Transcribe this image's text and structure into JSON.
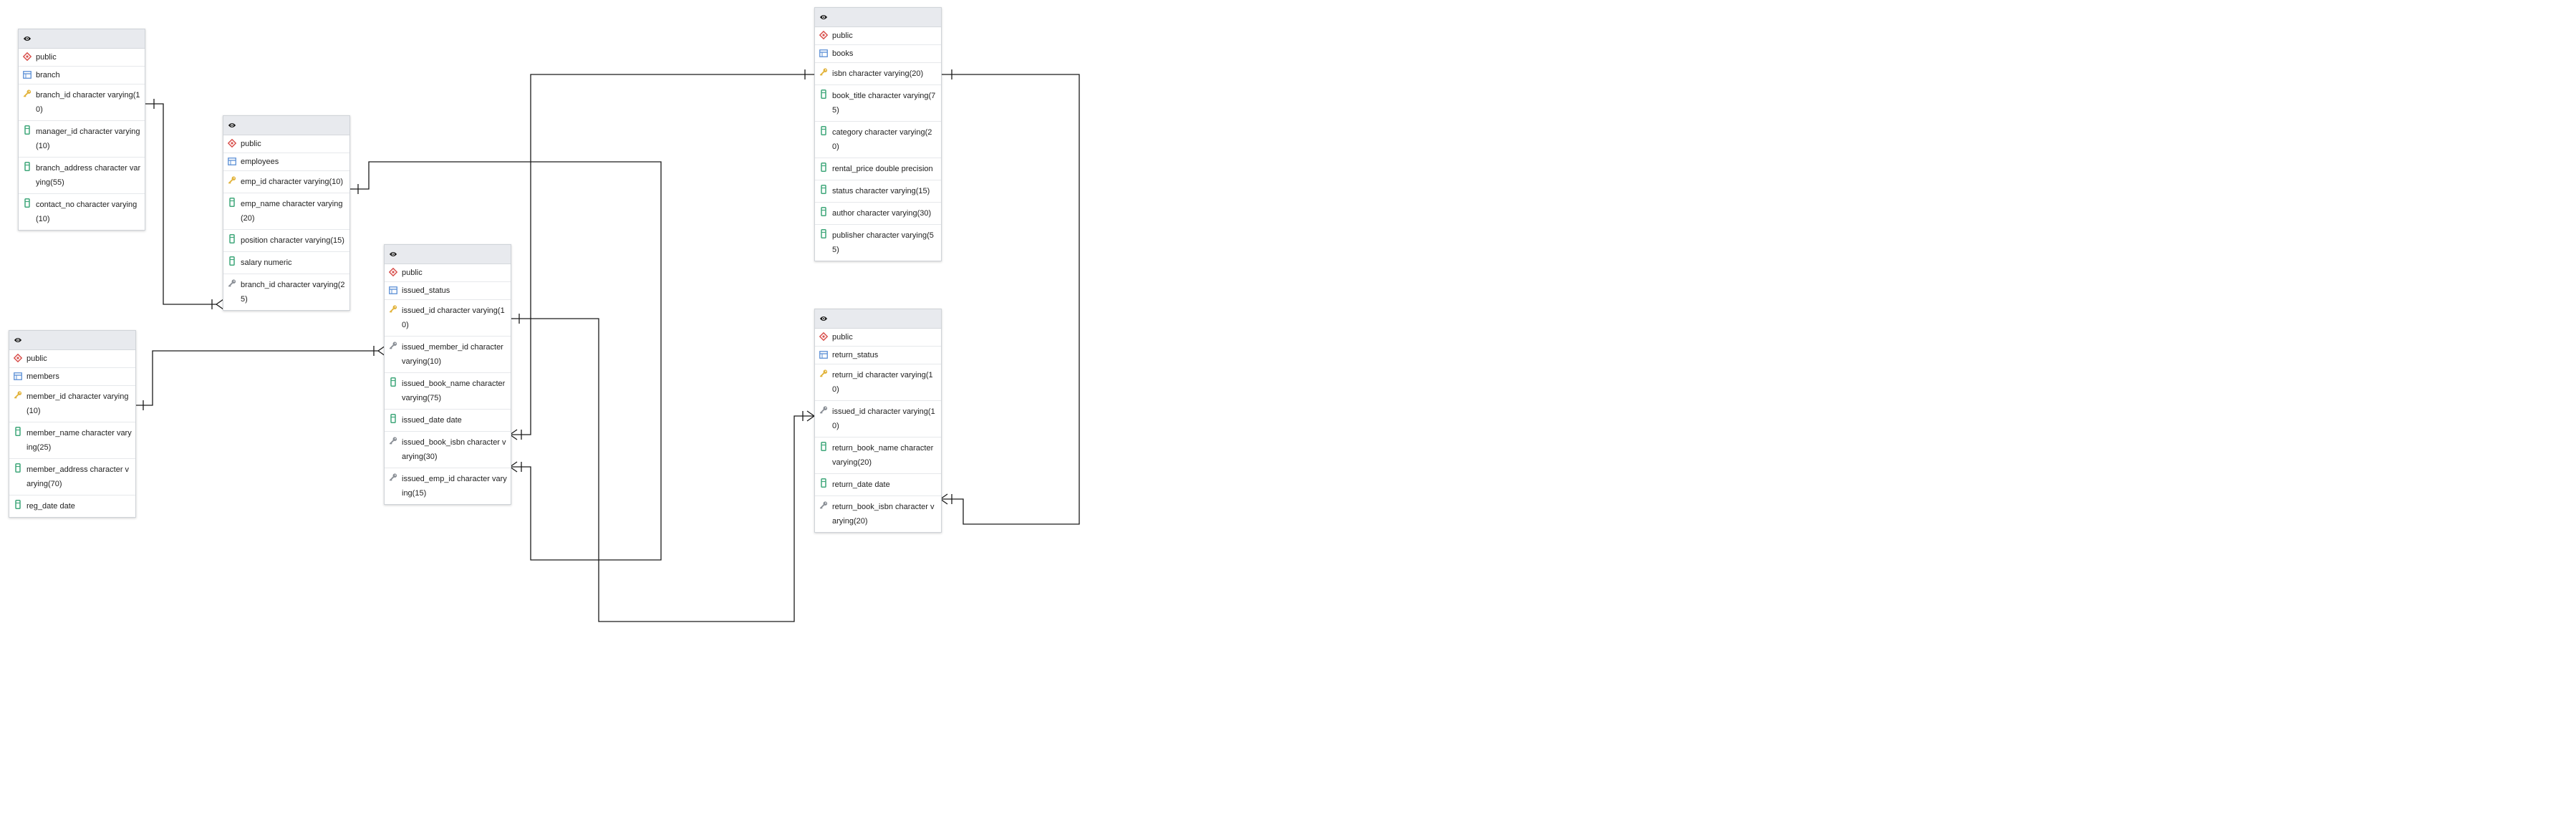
{
  "colors": {
    "header": "#e8eaee",
    "border": "#cfd3d8",
    "schema_icon": "#d9534f",
    "table_icon": "#5b8fd6",
    "column_icon": "#3fa77a",
    "key_icon": "#e2b33b",
    "fk_icon": "#8a8f96",
    "line": "#1a1a1a"
  },
  "tables": {
    "branch": {
      "schema": "public",
      "name": "branch",
      "columns": [
        {
          "text": "branch_id character varying(10)",
          "icon": "key-icon"
        },
        {
          "text": "manager_id character varying(10)",
          "icon": "column-icon"
        },
        {
          "text": "branch_address character varying(55)",
          "icon": "column-icon"
        },
        {
          "text": "contact_no character varying(10)",
          "icon": "column-icon"
        }
      ]
    },
    "employees": {
      "schema": "public",
      "name": "employees",
      "columns": [
        {
          "text": "emp_id character varying(10)",
          "icon": "key-icon"
        },
        {
          "text": "emp_name character varying(20)",
          "icon": "column-icon"
        },
        {
          "text": "position character varying(15)",
          "icon": "column-icon"
        },
        {
          "text": "salary numeric",
          "icon": "column-icon"
        },
        {
          "text": "branch_id character varying(25)",
          "icon": "fk-icon"
        }
      ]
    },
    "members": {
      "schema": "public",
      "name": "members",
      "columns": [
        {
          "text": "member_id character varying(10)",
          "icon": "key-icon"
        },
        {
          "text": "member_name character varying(25)",
          "icon": "column-icon"
        },
        {
          "text": "member_address character varying(70)",
          "icon": "column-icon"
        },
        {
          "text": "reg_date date",
          "icon": "column-icon"
        }
      ]
    },
    "issued_status": {
      "schema": "public",
      "name": "issued_status",
      "columns": [
        {
          "text": "issued_id character varying(10)",
          "icon": "key-icon"
        },
        {
          "text": "issued_member_id character varying(10)",
          "icon": "fk-icon"
        },
        {
          "text": "issued_book_name character varying(75)",
          "icon": "column-icon"
        },
        {
          "text": "issued_date date",
          "icon": "column-icon"
        },
        {
          "text": "issued_book_isbn character varying(30)",
          "icon": "fk-icon"
        },
        {
          "text": "issued_emp_id character varying(15)",
          "icon": "fk-icon"
        }
      ]
    },
    "books": {
      "schema": "public",
      "name": "books",
      "columns": [
        {
          "text": "isbn character varying(20)",
          "icon": "key-icon"
        },
        {
          "text": "book_title character varying(75)",
          "icon": "column-icon"
        },
        {
          "text": "category character varying(20)",
          "icon": "column-icon"
        },
        {
          "text": "rental_price double precision",
          "icon": "column-icon"
        },
        {
          "text": "status character varying(15)",
          "icon": "column-icon"
        },
        {
          "text": "author character varying(30)",
          "icon": "column-icon"
        },
        {
          "text": "publisher character varying(55)",
          "icon": "column-icon"
        }
      ]
    },
    "return_status": {
      "schema": "public",
      "name": "return_status",
      "columns": [
        {
          "text": "return_id character varying(10)",
          "icon": "key-icon"
        },
        {
          "text": "issued_id character varying(10)",
          "icon": "fk-icon"
        },
        {
          "text": "return_book_name character varying(20)",
          "icon": "column-icon"
        },
        {
          "text": "return_date date",
          "icon": "column-icon"
        },
        {
          "text": "return_book_isbn character varying(20)",
          "icon": "fk-icon"
        }
      ]
    }
  }
}
